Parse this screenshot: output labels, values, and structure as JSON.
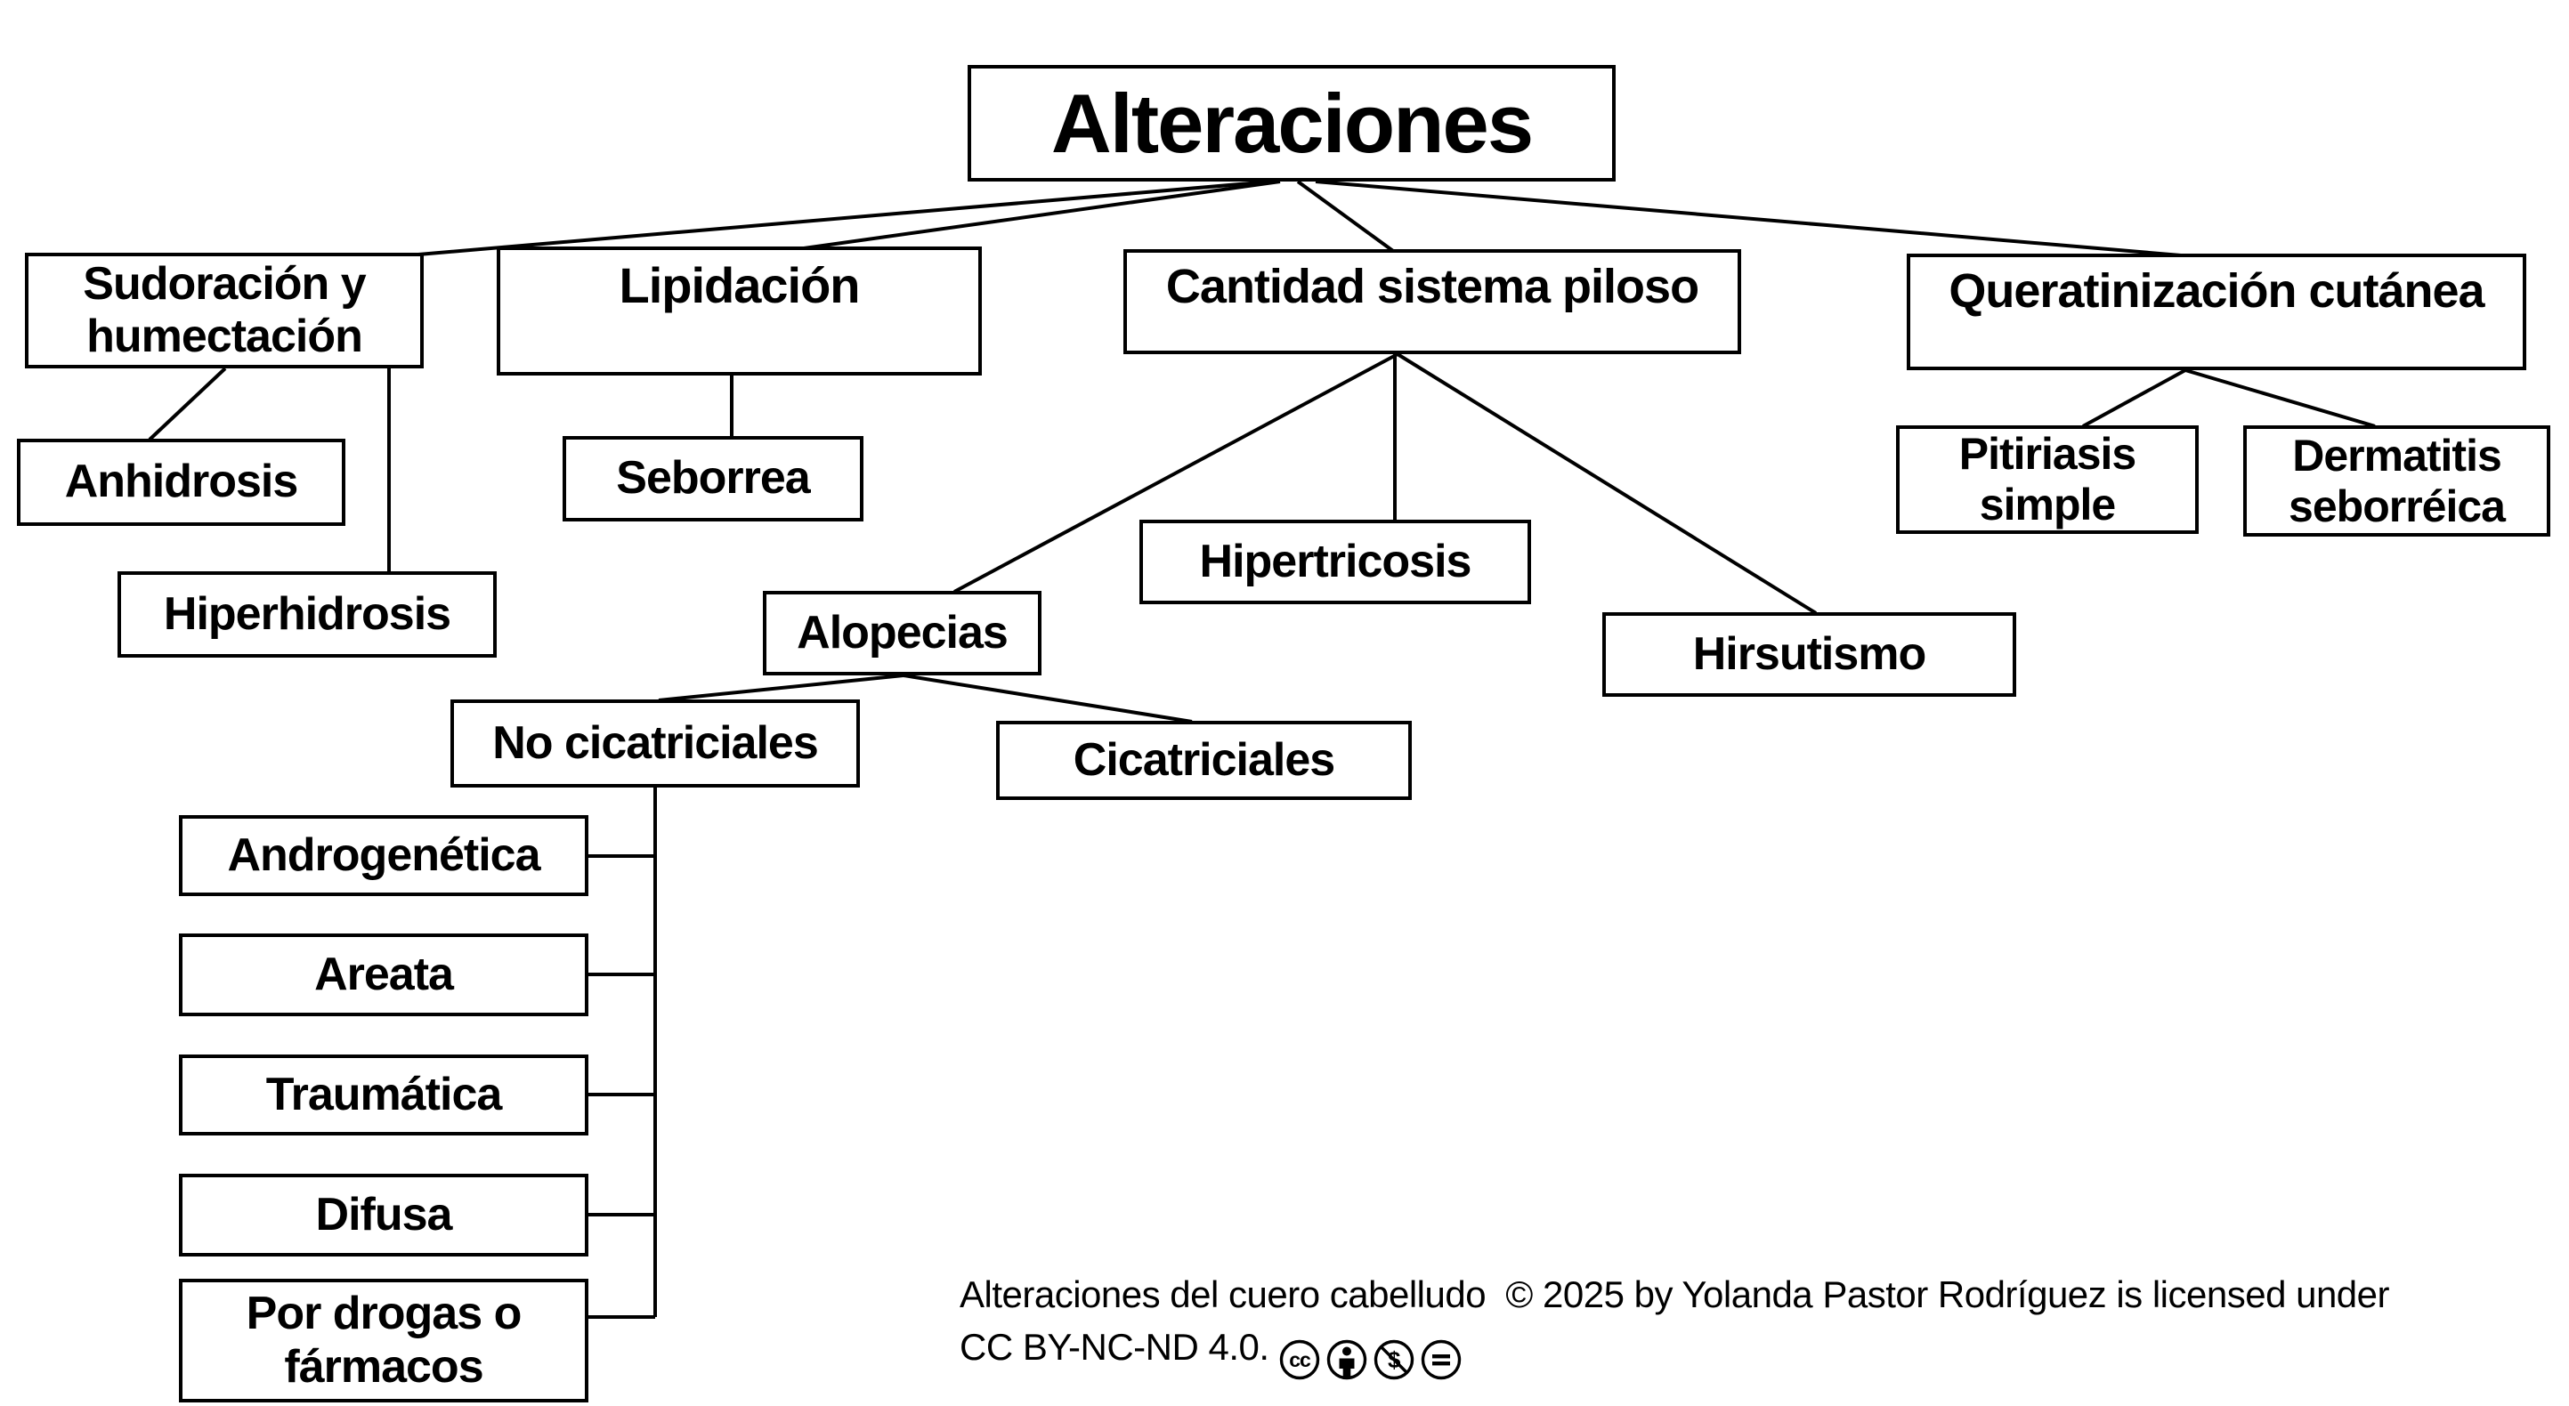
{
  "diagram": {
    "title": "Alteraciones",
    "nodes": {
      "title": {
        "label": "Alteraciones"
      },
      "sudoracion": {
        "label": "Sudoración y\nhumectación"
      },
      "lipidacion": {
        "label": "Lipidación"
      },
      "cantidad": {
        "label": "Cantidad sistema piloso"
      },
      "queratinizacion": {
        "label": "Queratinización cutánea"
      },
      "anhidrosis": {
        "label": "Anhidrosis"
      },
      "hiperhidrosis": {
        "label": "Hiperhidrosis"
      },
      "seborrea": {
        "label": "Seborrea"
      },
      "alopecias": {
        "label": "Alopecias"
      },
      "hipertricosis": {
        "label": "Hipertricosis"
      },
      "hirsutismo": {
        "label": "Hirsutismo"
      },
      "pitiriasis": {
        "label": "Pitiriasis\nsimple"
      },
      "dermatitis": {
        "label": "Dermatitis\nseborréica"
      },
      "no_cicatriciales": {
        "label": "No cicatriciales"
      },
      "cicatriciales": {
        "label": "Cicatriciales"
      },
      "androgenetica": {
        "label": "Androgenética"
      },
      "areata": {
        "label": "Areata"
      },
      "traumatica": {
        "label": "Traumática"
      },
      "difusa": {
        "label": "Difusa"
      },
      "por_drogas": {
        "label": "Por drogas o\nfármacos"
      }
    },
    "relations": [
      {
        "parent": "Alteraciones",
        "children": [
          "Sudoración y humectación",
          "Lipidación",
          "Cantidad sistema piloso",
          "Queratinización cutánea"
        ]
      },
      {
        "parent": "Sudoración y humectación",
        "children": [
          "Anhidrosis",
          "Hiperhidrosis"
        ]
      },
      {
        "parent": "Lipidación",
        "children": [
          "Seborrea"
        ]
      },
      {
        "parent": "Cantidad sistema piloso",
        "children": [
          "Alopecias",
          "Hipertricosis",
          "Hirsutismo"
        ]
      },
      {
        "parent": "Queratinización cutánea",
        "children": [
          "Pitiriasis simple",
          "Dermatitis seborréica"
        ]
      },
      {
        "parent": "Alopecias",
        "children": [
          "No cicatriciales",
          "Cicatriciales"
        ]
      },
      {
        "parent": "No cicatriciales",
        "children": [
          "Androgenética",
          "Areata",
          "Traumática",
          "Difusa",
          "Por drogas o fármacos"
        ]
      }
    ],
    "colors": {
      "line": "#000000",
      "box_border": "#000000",
      "background": "#ffffff",
      "text": "#000000"
    }
  },
  "footer": {
    "line1": "Alteraciones del cuero cabelludo  © 2025 by Yolanda Pastor Rodríguez is licensed under",
    "line2": "CC BY-NC-ND 4.0.",
    "license_icons": [
      "cc-icon",
      "by-person-icon",
      "nc-no-dollar-icon",
      "nd-equals-icon"
    ]
  }
}
